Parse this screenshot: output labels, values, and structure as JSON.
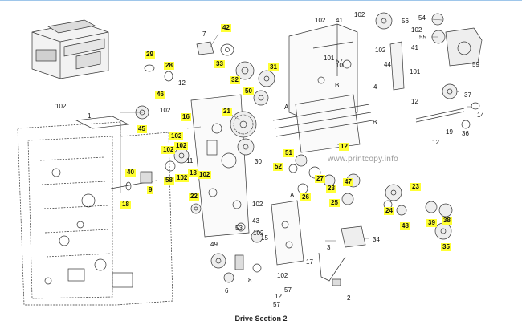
{
  "caption": "Drive Section 2",
  "watermark": "www.printcopy.info",
  "labels": [
    {
      "t": "42",
      "hl": true
    },
    {
      "t": "7",
      "hl": false
    },
    {
      "t": "33",
      "hl": true
    },
    {
      "t": "29",
      "hl": true
    },
    {
      "t": "28",
      "hl": true
    },
    {
      "t": "12",
      "hl": false
    },
    {
      "t": "32",
      "hl": true
    },
    {
      "t": "31",
      "hl": true
    },
    {
      "t": "50",
      "hl": true
    },
    {
      "t": "102",
      "hl": false
    },
    {
      "t": "1",
      "hl": false
    },
    {
      "t": "46",
      "hl": true
    },
    {
      "t": "102",
      "hl": false
    },
    {
      "t": "16",
      "hl": true
    },
    {
      "t": "21",
      "hl": true
    },
    {
      "t": "45",
      "hl": true
    },
    {
      "t": "30",
      "hl": false
    },
    {
      "t": "102",
      "hl": true
    },
    {
      "t": "102",
      "hl": true
    },
    {
      "t": "102",
      "hl": true
    },
    {
      "t": "40",
      "hl": true
    },
    {
      "t": "9",
      "hl": true
    },
    {
      "t": "58",
      "hl": true
    },
    {
      "t": "102",
      "hl": true
    },
    {
      "t": "13",
      "hl": true
    },
    {
      "t": "102",
      "hl": true
    },
    {
      "t": "22",
      "hl": true
    },
    {
      "t": "18",
      "hl": true
    },
    {
      "t": "11",
      "hl": false
    },
    {
      "t": "102",
      "hl": false
    },
    {
      "t": "41",
      "hl": false
    },
    {
      "t": "102",
      "hl": false
    },
    {
      "t": "56",
      "hl": false
    },
    {
      "t": "54",
      "hl": false
    },
    {
      "t": "102",
      "hl": false
    },
    {
      "t": "55",
      "hl": false
    },
    {
      "t": "41",
      "hl": false
    },
    {
      "t": "102",
      "hl": false
    },
    {
      "t": "101",
      "hl": false
    },
    {
      "t": "57",
      "hl": false
    },
    {
      "t": "10",
      "hl": false
    },
    {
      "t": "44",
      "hl": false
    },
    {
      "t": "101",
      "hl": false
    },
    {
      "t": "59",
      "hl": false
    },
    {
      "t": "4",
      "hl": false
    },
    {
      "t": "37",
      "hl": false
    },
    {
      "t": "12",
      "hl": false
    },
    {
      "t": "14",
      "hl": false
    },
    {
      "t": "19",
      "hl": false
    },
    {
      "t": "12",
      "hl": false
    },
    {
      "t": "36",
      "hl": false
    },
    {
      "t": "12",
      "hl": true
    },
    {
      "t": "51",
      "hl": true
    },
    {
      "t": "52",
      "hl": true
    },
    {
      "t": "27",
      "hl": true
    },
    {
      "t": "23",
      "hl": true
    },
    {
      "t": "47",
      "hl": true
    },
    {
      "t": "26",
      "hl": true
    },
    {
      "t": "25",
      "hl": true
    },
    {
      "t": "23",
      "hl": true
    },
    {
      "t": "24",
      "hl": true
    },
    {
      "t": "48",
      "hl": true
    },
    {
      "t": "39",
      "hl": true
    },
    {
      "t": "38",
      "hl": true
    },
    {
      "t": "35",
      "hl": true
    },
    {
      "t": "102",
      "hl": false
    },
    {
      "t": "43",
      "hl": false
    },
    {
      "t": "102",
      "hl": false
    },
    {
      "t": "53",
      "hl": false
    },
    {
      "t": "15",
      "hl": false
    },
    {
      "t": "49",
      "hl": false
    },
    {
      "t": "6",
      "hl": false
    },
    {
      "t": "8",
      "hl": false
    },
    {
      "t": "102",
      "hl": false
    },
    {
      "t": "57",
      "hl": false
    },
    {
      "t": "17",
      "hl": false
    },
    {
      "t": "3",
      "hl": false
    },
    {
      "t": "34",
      "hl": false
    },
    {
      "t": "2",
      "hl": false
    },
    {
      "t": "12",
      "hl": false
    },
    {
      "t": "57",
      "hl": false
    },
    {
      "t": "A",
      "hl": false
    },
    {
      "t": "A",
      "hl": false
    },
    {
      "t": "B",
      "hl": false
    },
    {
      "t": "B",
      "hl": false
    }
  ]
}
